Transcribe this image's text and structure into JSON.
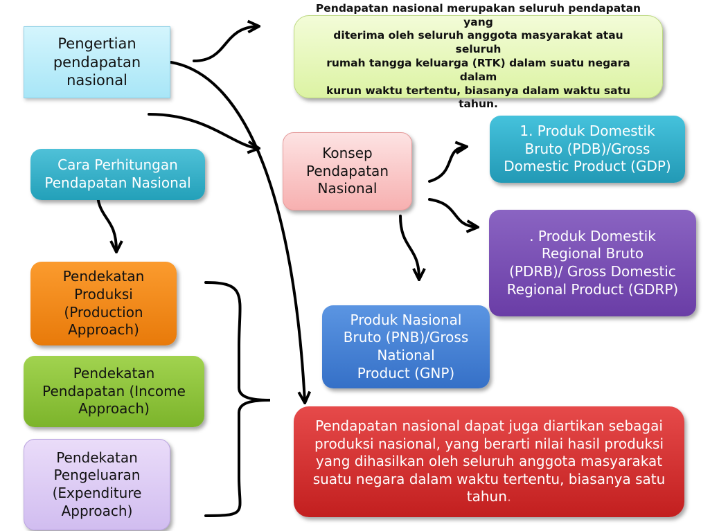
{
  "boxes": {
    "pengertian": {
      "lines": [
        "Pengertian",
        "pendapatan",
        "nasional"
      ]
    },
    "definisi": {
      "lines": [
        "Pendapatan nasional merupakan seluruh pendapatan yang",
        "diterima oleh seluruh anggota masyarakat atau seluruh",
        "rumah tangga keluarga (RTK) dalam suatu negara dalam",
        "kurun waktu tertentu, biasanya dalam waktu satu tahun."
      ]
    },
    "cara": {
      "lines": [
        "Cara Perhitungan",
        "Pendapatan Nasional"
      ]
    },
    "konsep": {
      "lines": [
        "Konsep",
        "Pendapatan",
        "Nasional"
      ]
    },
    "pdb": {
      "lines": [
        "1. Produk Domestik",
        "Bruto (PDB)/Gross",
        "Domestic Product (GDP)"
      ]
    },
    "pdrb": {
      "lines": [
        ". Produk Domestik",
        "Regional Bruto",
        "(PDRB)/ Gross Domestic",
        "Regional Product (GDRP)"
      ]
    },
    "pnb": {
      "lines": [
        "Produk Nasional",
        "Bruto (PNB)/Gross",
        "National",
        "Product (GNP)"
      ]
    },
    "produksi": {
      "lines": [
        "Pendekatan",
        "Produksi",
        "(Production",
        "Approach)"
      ]
    },
    "pendapatan": {
      "lines": [
        "Pendekatan",
        "Pendapatan (Income",
        "Approach)"
      ]
    },
    "pengeluaran": {
      "lines": [
        "Pendekatan",
        "Pengeluaran",
        "(Expenditure",
        "Approach)"
      ]
    },
    "produksi_nasional": {
      "lines": [
        "Pendapatan nasional dapat juga diartikan sebagai",
        "produksi nasional, yang berarti nilai hasil produksi",
        "yang dihasilkan oleh seluruh anggota masyarakat",
        "suatu negara dalam waktu tertentu, biasanya satu",
        "tahun"
      ],
      "trailing_dot": "."
    }
  }
}
